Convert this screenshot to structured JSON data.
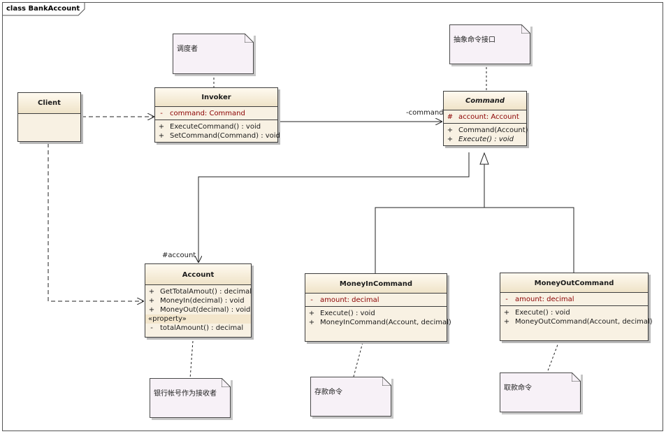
{
  "frame": {
    "title": "class BankAccount"
  },
  "classes": {
    "client": {
      "name": "Client"
    },
    "invoker": {
      "name": "Invoker",
      "attributes": [
        {
          "vis": "-",
          "text": "command:  Command"
        }
      ],
      "operations": [
        {
          "vis": "+",
          "text": "ExecuteCommand() : void"
        },
        {
          "vis": "+",
          "text": "SetCommand(Command) : void"
        }
      ]
    },
    "command": {
      "name": "Command",
      "abstract": true,
      "attributes": [
        {
          "vis": "#",
          "text": "account:  Account"
        }
      ],
      "operations": [
        {
          "vis": "+",
          "text": "Command(Account)"
        },
        {
          "vis": "+",
          "text": "Execute() : void"
        }
      ]
    },
    "account": {
      "name": "Account",
      "operations": [
        {
          "vis": "+",
          "text": "GetTotalAmout() : decimal"
        },
        {
          "vis": "+",
          "text": "MoneyIn(decimal) : void"
        },
        {
          "vis": "+",
          "text": "MoneyOut(decimal) : void"
        }
      ],
      "stereotype": "«property»",
      "properties": [
        {
          "vis": "-",
          "text": "totalAmount() : decimal"
        }
      ]
    },
    "money_in": {
      "name": "MoneyInCommand",
      "attributes": [
        {
          "vis": "-",
          "text": "amount:  decimal"
        }
      ],
      "operations": [
        {
          "vis": "+",
          "text": "Execute() : void"
        },
        {
          "vis": "+",
          "text": "MoneyInCommand(Account, decimal)"
        }
      ]
    },
    "money_out": {
      "name": "MoneyOutCommand",
      "attributes": [
        {
          "vis": "-",
          "text": "amount:  decimal"
        }
      ],
      "operations": [
        {
          "vis": "+",
          "text": "Execute() : void"
        },
        {
          "vis": "+",
          "text": "MoneyOutCommand(Account, decimal)"
        }
      ]
    }
  },
  "notes": {
    "invoker_note": "调度者",
    "command_note": "抽象命令接口",
    "account_note": "银行帐号作为接收者",
    "money_in_note": "存款命令",
    "money_out_note": "取款命令"
  },
  "labels": {
    "command_role": "-command",
    "account_role": "#account"
  }
}
